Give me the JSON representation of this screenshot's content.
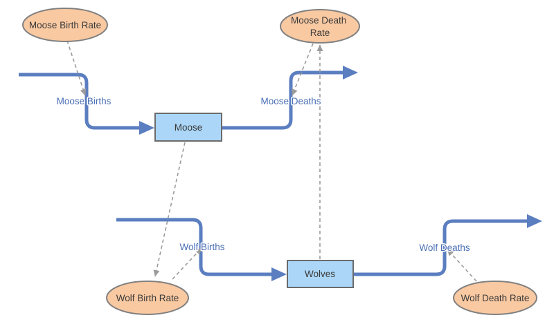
{
  "colors": {
    "background": "#ffffff",
    "pipe": "#5b7ec0",
    "stock_fill": "#abd6f7",
    "stock_border": "#6b6b6b",
    "converter_fill": "#f9c9a2",
    "converter_border": "#808080",
    "connector": "#9b9b9b",
    "flow_label_text": "#4a6fb5",
    "node_label_text": "#3a3a3a"
  },
  "stocks": [
    {
      "label": "Moose"
    },
    {
      "label": "Wolves"
    }
  ],
  "converters": [
    {
      "label": "Moose Birth Rate"
    },
    {
      "line1": "Moose Death",
      "line2": "Rate"
    },
    {
      "label": "Wolf Birth Rate"
    },
    {
      "label": "Wolf Death Rate"
    }
  ],
  "flows": [
    {
      "label": "Moose Births"
    },
    {
      "label": "Moose Deaths"
    },
    {
      "label": "Wolf Births"
    },
    {
      "label": "Wolf Deaths"
    }
  ]
}
